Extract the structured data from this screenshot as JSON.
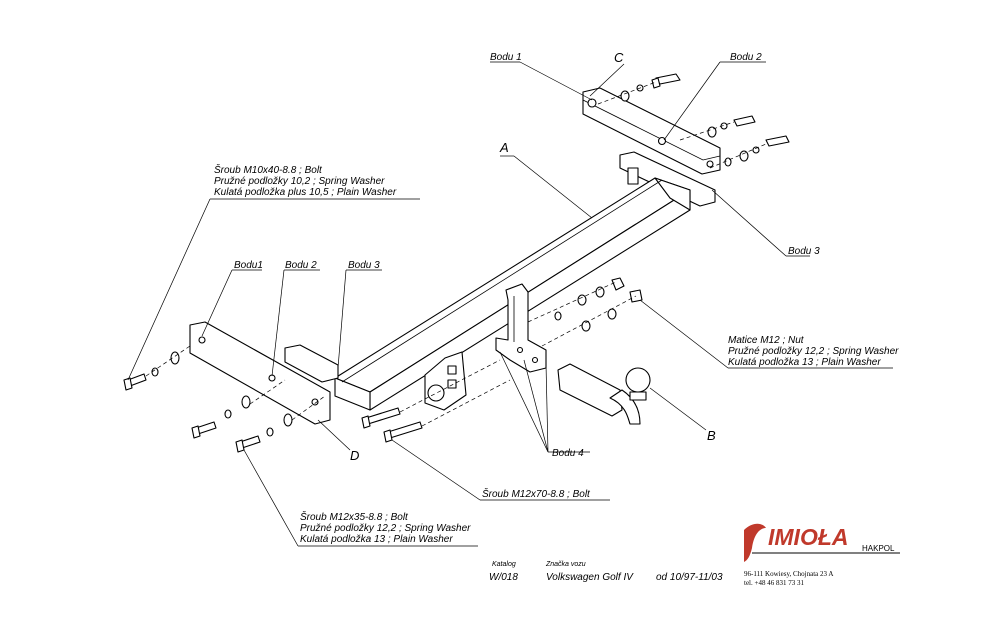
{
  "labels": {
    "bodu1_top": "Bodu 1",
    "bodu2_top": "Bodu 2",
    "bodu3_right": "Bodu 3",
    "letter_c": "C",
    "letter_a": "A",
    "letter_b": "B",
    "letter_d": "D",
    "bodu1_left": "Bodu1",
    "bodu2_left": "Bodu 2",
    "bodu3_left": "Bodu 3",
    "bodu4": "Bodu 4"
  },
  "callouts": {
    "m10": [
      "Šroub M10x40-8.8 ;  Bolt",
      "Pružné podložky 10,2 ; Spring Washer",
      "Kulatá podložka plus 10,5 ; Plain Washer"
    ],
    "m12nut": [
      "Matice  M12 ; Nut",
      "Pružné podložky 12,2 ; Spring Washer",
      "Kulatá podložka  13 ; Plain Washer"
    ],
    "m12x70": "Šroub M12x70-8.8 ;  Bolt",
    "m12x35": [
      "Šroub M12x35-8.8 ;  Bolt",
      "Pružné podložky 12,2 ; Spring Washer",
      "Kulatá podložka  13 ; Plain Washer"
    ]
  },
  "footer": {
    "katalog_label": "Katalog",
    "katalog_value": "W/018",
    "znacka_label": "Značka vozu",
    "vehicle": "Volkswagen Golf IV",
    "period": "od  10/97-11/03"
  },
  "logo": {
    "brand": "IMIOŁA",
    "sub": "HAKPOL",
    "address": "96-111 Kowiesy, Chojnata 23 A",
    "phone": "tel. +48 46 831 73 31",
    "color": "#c0392b"
  }
}
